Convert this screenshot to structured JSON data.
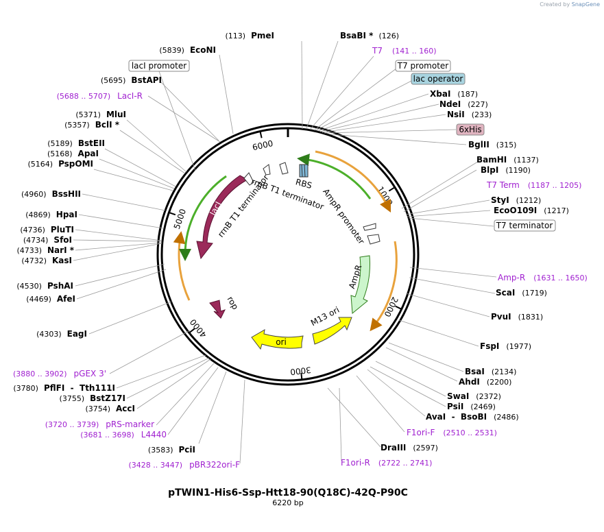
{
  "header": {
    "credit_prefix": "Created by",
    "credit_brand": "SnapGene"
  },
  "plasmid": {
    "name": "pTWIN1-His6-Ssp-Htt18-90(Q18C)-42Q-P90C",
    "size_label": "6220 bp"
  },
  "ticks": [
    "1000",
    "2000",
    "3000",
    "4000",
    "5000",
    "6000"
  ],
  "sites": [
    {
      "name": "PmeI",
      "pos": "(113)"
    },
    {
      "name": "BsaBI *",
      "pos": "(126)"
    },
    {
      "name": "XbaI",
      "pos": "(187)"
    },
    {
      "name": "NdeI",
      "pos": "(227)"
    },
    {
      "name": "NsiI",
      "pos": "(233)"
    },
    {
      "name": "BglII",
      "pos": "(315)"
    },
    {
      "name": "BamHI",
      "pos": "(1137)"
    },
    {
      "name": "BlpI",
      "pos": "(1190)"
    },
    {
      "name": "StyI",
      "pos": "(1212)"
    },
    {
      "name": "EcoO109I",
      "pos": "(1217)"
    },
    {
      "name": "ScaI",
      "pos": "(1719)"
    },
    {
      "name": "PvuI",
      "pos": "(1831)"
    },
    {
      "name": "FspI",
      "pos": "(1977)"
    },
    {
      "name": "BsaI",
      "pos": "(2134)"
    },
    {
      "name": "AhdI",
      "pos": "(2200)"
    },
    {
      "name": "SwaI",
      "pos": "(2372)"
    },
    {
      "name": "PsiI",
      "pos": "(2469)"
    },
    {
      "name": "AvaI  -  BsoBI",
      "pos": "(2486)"
    },
    {
      "name": "DraIII",
      "pos": "(2597)"
    },
    {
      "name": "EcoNI",
      "pos": "(5839)"
    },
    {
      "name": "BstAPI",
      "pos": "(5695)"
    },
    {
      "name": "MluI",
      "pos": "(5371)"
    },
    {
      "name": "BclI *",
      "pos": "(5357)"
    },
    {
      "name": "BstEII",
      "pos": "(5189)"
    },
    {
      "name": "ApaI",
      "pos": "(5168)"
    },
    {
      "name": "PspOMI",
      "pos": "(5164)"
    },
    {
      "name": "BssHII",
      "pos": "(4960)"
    },
    {
      "name": "HpaI",
      "pos": "(4869)"
    },
    {
      "name": "PluTI",
      "pos": "(4736)"
    },
    {
      "name": "SfoI",
      "pos": "(4734)"
    },
    {
      "name": "NarI *",
      "pos": "(4733)"
    },
    {
      "name": "KasI",
      "pos": "(4732)"
    },
    {
      "name": "PshAI",
      "pos": "(4530)"
    },
    {
      "name": "AfeI",
      "pos": "(4469)"
    },
    {
      "name": "EagI",
      "pos": "(4303)"
    },
    {
      "name": "PflFI  -  Tth111I",
      "pos": "(3780)"
    },
    {
      "name": "BstZ17I",
      "pos": "(3755)"
    },
    {
      "name": "AccI",
      "pos": "(3754)"
    },
    {
      "name": "PciI",
      "pos": "(3583)"
    }
  ],
  "primers": [
    {
      "name": "T7",
      "range": "(141 .. 160)"
    },
    {
      "name": "T7 Term",
      "range": "(1187 .. 1205)"
    },
    {
      "name": "Amp-R",
      "range": "(1631 .. 1650)"
    },
    {
      "name": "F1ori-F",
      "range": "(2510 .. 2531)"
    },
    {
      "name": "F1ori-R",
      "range": "(2722 .. 2741)"
    },
    {
      "name": "pBR322ori-F",
      "range": "(3428 .. 3447)"
    },
    {
      "name": "L4440",
      "range": "(3681 .. 3698)"
    },
    {
      "name": "pRS-marker",
      "range": "(3720 .. 3739)"
    },
    {
      "name": "pGEX 3'",
      "range": "(3880 .. 3902)"
    },
    {
      "name": "LacI-R",
      "range": "(5688 .. 5707)"
    }
  ],
  "boxed_features": [
    {
      "name": "lacI promoter",
      "color": "#ffffff"
    },
    {
      "name": "T7 promoter",
      "color": "#ffffff"
    },
    {
      "name": "lac operator",
      "color": "#a8d4e0"
    },
    {
      "name": "6xHis",
      "color": "#e0b4c0"
    },
    {
      "name": "T7 terminator",
      "color": "#ffffff"
    }
  ],
  "map_features": [
    {
      "name": "lacI",
      "color": "#9b2a5a"
    },
    {
      "name": "rrnB T1 terminator",
      "color": "#ffffff"
    },
    {
      "name": "rrnB T1 terminator",
      "color": "#ffffff"
    },
    {
      "name": "RBS",
      "color": "#ffffff"
    },
    {
      "name": "AmpR promoter",
      "color": "#ffffff"
    },
    {
      "name": "AmpR",
      "color": "#ccf5cc"
    },
    {
      "name": "M13 ori",
      "color": "#ffff00"
    },
    {
      "name": "ori",
      "color": "#ffff00"
    },
    {
      "name": "rop",
      "color": "#9b2a5a"
    }
  ],
  "colors": {
    "primer": "#a020d0",
    "orange_arc": "#e8a23c",
    "green_arc": "#4caf2a",
    "feature_magenta": "#9b2a5a"
  }
}
